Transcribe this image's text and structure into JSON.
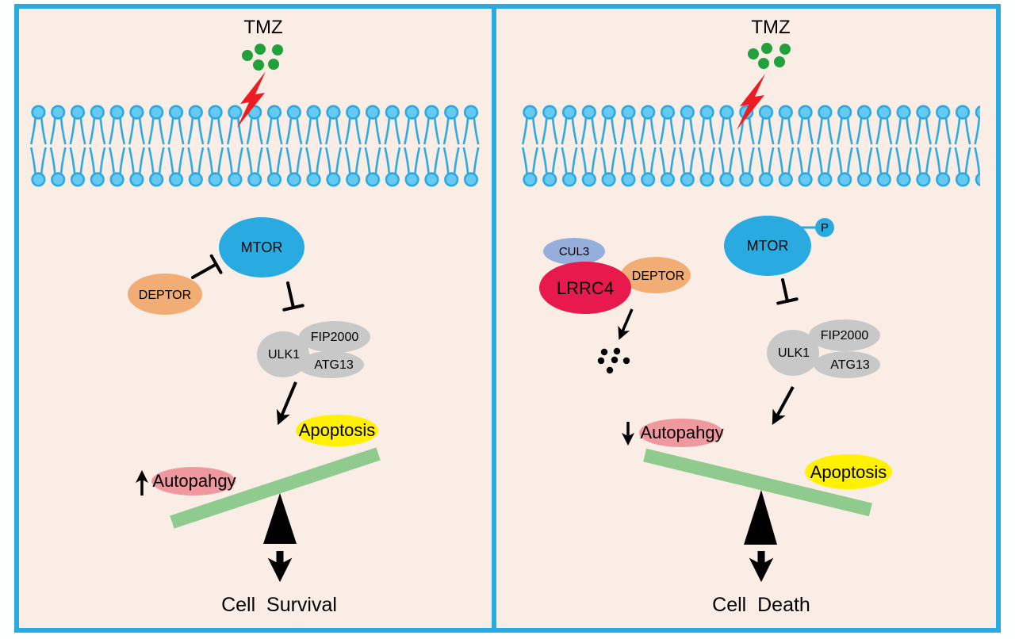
{
  "figure": {
    "left": {
      "tmz": "TMZ",
      "mtor": "MTOR",
      "deptor": "DEPTOR",
      "ulk1": "ULK1",
      "fip2000": "FIP2000",
      "atg13": "ATG13",
      "apoptosis": "Apoptosis",
      "autophagy": "Autopahgy",
      "outcome": "Cell  Survival"
    },
    "right": {
      "tmz": "TMZ",
      "cul3": "CUL3",
      "lrrc4": "LRRC4",
      "deptor": "DEPTOR",
      "mtor": "MTOR",
      "phospho": "P",
      "ulk1": "ULK1",
      "fip2000": "FIP2000",
      "atg13": "ATG13",
      "apoptosis": "Apoptosis",
      "autophagy": "Autopahgy",
      "outcome": "Cell  Death"
    },
    "colors": {
      "frame_border": "#29ABE2",
      "panel_bg": "#FAEDE6",
      "membrane_stroke": "#2BA9E0",
      "membrane_fill": "#66C9F2",
      "mtor_fill": "#29ABE2",
      "deptor_fill": "#F2AD74",
      "cul3_fill": "#96AEDB",
      "lrrc4_fill": "#E8194D",
      "complex_gray": "#C8C8C8",
      "apoptosis_fill": "#FFF100",
      "autophagy_fill": "#F0989F",
      "beam_green": "#8FCA8E",
      "tmz_text_green": "#2EA24A",
      "tmz_dot_green": "#21A03B",
      "bolt_red": "#EC1B24",
      "ink": "#000000"
    }
  }
}
